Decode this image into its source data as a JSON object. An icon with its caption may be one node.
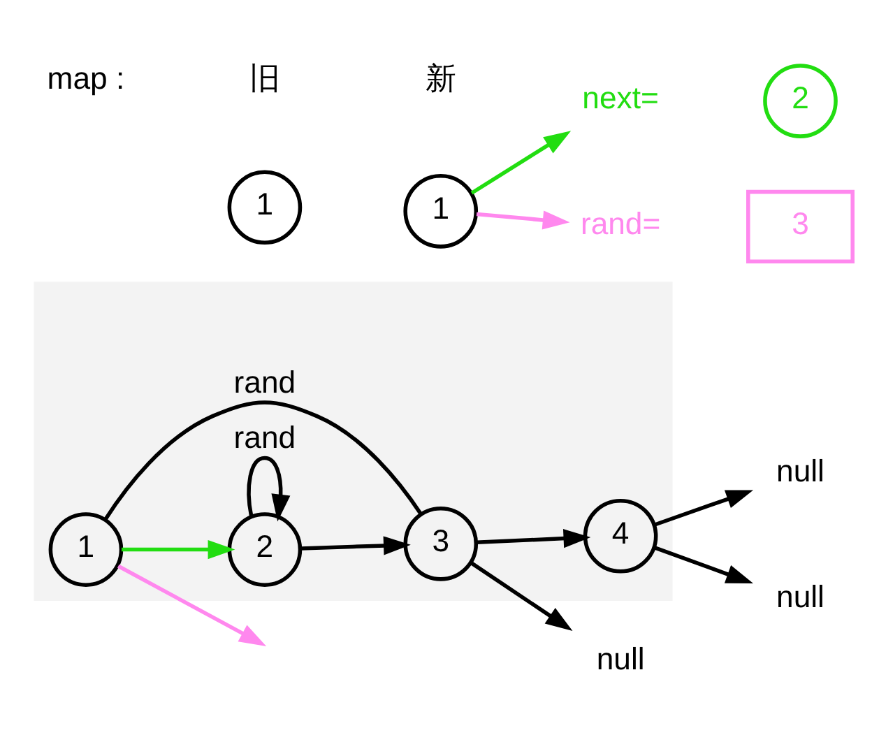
{
  "diagram": {
    "nodes": [
      {
        "text": [],
        "shape": "band"
      },
      {
        "text": [
          "1"
        ],
        "in": 0
      },
      {
        "text": [
          "2"
        ],
        "in": 0
      },
      {
        "text": [
          "3"
        ],
        "in": 0
      },
      {
        "text": [
          "4"
        ],
        "in": 0
      },
      {
        "text": [
          "null"
        ]
      },
      {
        "text": [
          "null"
        ]
      },
      {
        "text": [
          "null"
        ]
      },
      {
        "text": [
          "1"
        ]
      },
      {
        "text": [
          "1"
        ]
      },
      {
        "text": [
          "next="
        ]
      },
      {
        "text": [
          "2"
        ]
      },
      {
        "text": [
          "rand="
        ]
      },
      {
        "text": [
          "3"
        ]
      }
    ],
    "edges": [
      {
        "from": 1,
        "to": 2,
        "arrow": "to",
        "color": "#22dd11"
      },
      {
        "from": 2,
        "to": 2,
        "arrow": "to",
        "label": "rand"
      },
      {
        "from": 2,
        "to": 3,
        "arrow": "to"
      },
      {
        "from": 3,
        "to": 4,
        "arrow": "to"
      },
      {
        "from": 1,
        "to": 3,
        "arrow": "none",
        "label": "rand"
      },
      {
        "from": 1,
        "to": null,
        "arrow": "to",
        "color": "#ff88ee"
      },
      {
        "from": 3,
        "to": 5,
        "arrow": "to"
      },
      {
        "from": 4,
        "to": 6,
        "arrow": "to"
      },
      {
        "from": 4,
        "to": 7,
        "arrow": "to"
      },
      {
        "from": 9,
        "to": 10,
        "arrow": "to",
        "color": "#22dd11"
      },
      {
        "from": 9,
        "to": 12,
        "arrow": "to",
        "color": "#ff88ee"
      }
    ],
    "labels": [
      "map :",
      "旧",
      "新"
    ]
  }
}
